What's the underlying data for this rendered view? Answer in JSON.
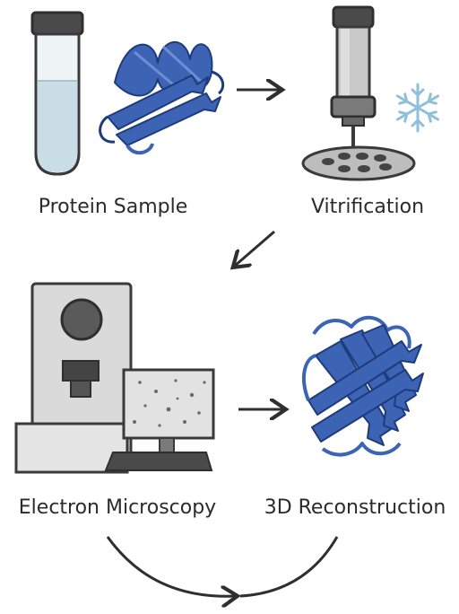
{
  "steps": [
    {
      "label": "Protein Sample"
    },
    {
      "label": "Vitrification"
    },
    {
      "label": "Electron Microscopy"
    },
    {
      "label": "3D Reconstruction"
    }
  ],
  "icons": {
    "step1": [
      "test-tube-icon",
      "protein-helix-icon"
    ],
    "step2": [
      "plunger-icon",
      "snowflake-icon"
    ],
    "step3": [
      "electron-microscope-icon",
      "monitor-icon"
    ],
    "step4": [
      "protein-structure-icon"
    ]
  },
  "colors": {
    "protein_blue": "#3d64b4",
    "protein_dark": "#1e3b7c",
    "outline": "#3a3a3a",
    "panel_gray": "#dadada",
    "liquid": "#c9dde6",
    "snowflake": "#8fbfd9"
  }
}
